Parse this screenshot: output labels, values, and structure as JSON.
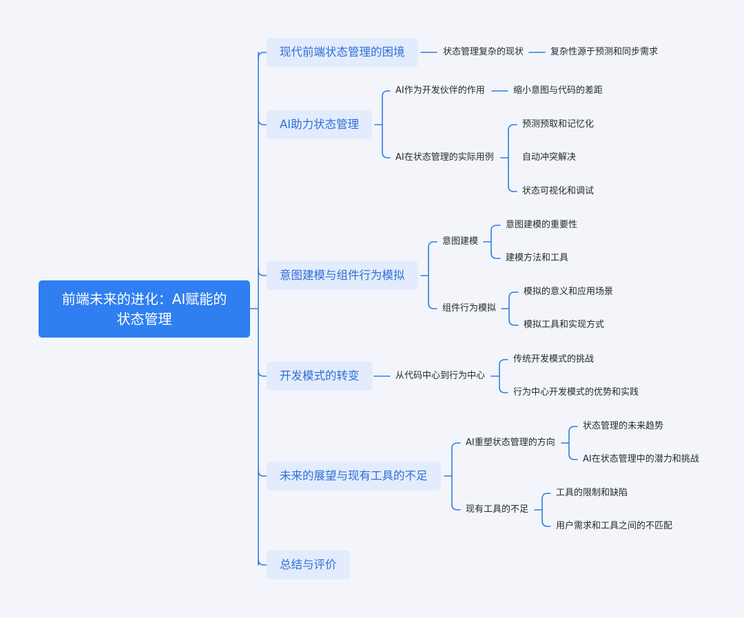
{
  "root": {
    "title": "前端未来的进化：AI赋能的状态管理"
  },
  "branches": [
    {
      "label": "现代前端状态管理的困境",
      "children": [
        {
          "label": "状态管理复杂的现状",
          "children": [
            {
              "label": "复杂性源于预测和同步需求"
            }
          ]
        }
      ]
    },
    {
      "label": "AI助力状态管理",
      "children": [
        {
          "label": "AI作为开发伙伴的作用",
          "children": [
            {
              "label": "缩小意图与代码的差距"
            }
          ]
        },
        {
          "label": "AI在状态管理的实际用例",
          "children": [
            {
              "label": "预测预取和记忆化"
            },
            {
              "label": "自动冲突解决"
            },
            {
              "label": "状态可视化和调试"
            }
          ]
        }
      ]
    },
    {
      "label": "意图建模与组件行为模拟",
      "children": [
        {
          "label": "意图建模",
          "children": [
            {
              "label": "意图建模的重要性"
            },
            {
              "label": "建模方法和工具"
            }
          ]
        },
        {
          "label": "组件行为模拟",
          "children": [
            {
              "label": "模拟的意义和应用场景"
            },
            {
              "label": "模拟工具和实现方式"
            }
          ]
        }
      ]
    },
    {
      "label": "开发模式的转变",
      "children": [
        {
          "label": "从代码中心到行为中心",
          "children": [
            {
              "label": "传统开发模式的挑战"
            },
            {
              "label": "行为中心开发模式的优势和实践"
            }
          ]
        }
      ]
    },
    {
      "label": "未来的展望与现有工具的不足",
      "children": [
        {
          "label": "AI重塑状态管理的方向",
          "children": [
            {
              "label": "状态管理的未来趋势"
            },
            {
              "label": "AI在状态管理中的潜力和挑战"
            }
          ]
        },
        {
          "label": "现有工具的不足",
          "children": [
            {
              "label": "工具的限制和缺陷"
            },
            {
              "label": "用户需求和工具之间的不匹配"
            }
          ]
        }
      ]
    },
    {
      "label": "总结与评价",
      "children": []
    }
  ],
  "colors": {
    "link": "#2f7de0",
    "root_fill": "#2f7ff0",
    "branch_fill": "#e2ecfc",
    "branch_text": "#2f6fd6",
    "background": "#f3f5fb"
  }
}
